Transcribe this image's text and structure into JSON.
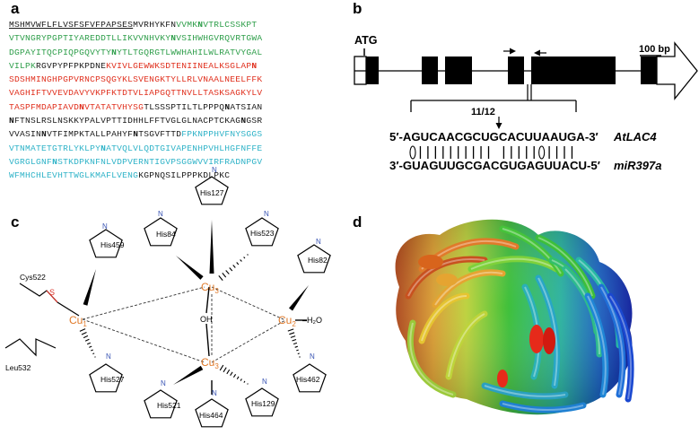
{
  "figure": {
    "panels": {
      "a": "a",
      "b": "b",
      "c": "c",
      "d": "d"
    },
    "colors": {
      "black": "#1a1a1a",
      "green": "#2e9e4a",
      "red": "#e0301e",
      "cyan": "#2fb3c8",
      "orange": "#e07a2a",
      "sulfur": "#d9342b",
      "nitrogen": "#3a55b4"
    }
  },
  "panel_a": {
    "lines": [
      [
        {
          "t": "MSHMVWFLFLVSFSFVFPAPSES",
          "c": "black",
          "u": true
        },
        {
          "t": "MVRHYKFN",
          "c": "black"
        },
        {
          "t": "VVMK",
          "c": "green"
        },
        {
          "t": "N",
          "c": "green",
          "b": true
        },
        {
          "t": "VTRLCSSKPT",
          "c": "green"
        }
      ],
      [
        {
          "t": "VTVNGRYPGPTIYAREDDTLLIKVVNHVKY",
          "c": "green"
        },
        {
          "t": "N",
          "c": "green",
          "b": true
        },
        {
          "t": "VSIHWHGVRQVRTGWA",
          "c": "green"
        }
      ],
      [
        {
          "t": "DGPAYITQCPIQPGQVYTY",
          "c": "green"
        },
        {
          "t": "N",
          "c": "green",
          "b": true
        },
        {
          "t": "YTLTGQRGTLWWHAHILWLRATVYGAL",
          "c": "green"
        }
      ],
      [
        {
          "t": "VILPK",
          "c": "green"
        },
        {
          "t": "RGVPYPFPKPDNE",
          "c": "black"
        },
        {
          "t": "KVIVLGEWWKSDTENIINEALKSGLAP",
          "c": "red"
        },
        {
          "t": "N",
          "c": "red",
          "b": true
        }
      ],
      [
        {
          "t": "SDSHMINGHPGPVRNCPSQGYKLSVENGKTYLLRLVNAALNEELFFK",
          "c": "red"
        }
      ],
      [
        {
          "t": "VAGHIFTVVEVDAVYVKPFKTDTVLIAPGQTTNVLLTASKSAGKYLV",
          "c": "red"
        }
      ],
      [
        {
          "t": "TASPFMDAPIAVD",
          "c": "red"
        },
        {
          "t": "N",
          "c": "red",
          "b": true
        },
        {
          "t": "VTATATVHYSG",
          "c": "red"
        },
        {
          "t": "TLSSSPTILTLPPPQ",
          "c": "black"
        },
        {
          "t": "N",
          "c": "black",
          "b": true
        },
        {
          "t": "ATSIAN",
          "c": "black"
        }
      ],
      [
        {
          "t": "N",
          "c": "black",
          "b": true
        },
        {
          "t": "FTNSLRSLNSKKYPALVPTTIDHHLFFTVGLGLNACPTCKAG",
          "c": "black"
        },
        {
          "t": "N",
          "c": "black",
          "b": true
        },
        {
          "t": "GSR",
          "c": "black"
        }
      ],
      [
        {
          "t": "VVASIN",
          "c": "black"
        },
        {
          "t": "N",
          "c": "black",
          "b": true
        },
        {
          "t": "VTFIMPKTALLPAHYF",
          "c": "black"
        },
        {
          "t": "N",
          "c": "black",
          "b": true
        },
        {
          "t": "TSGVFTTD",
          "c": "black"
        },
        {
          "t": "FPKNPPHVFNYSGGS",
          "c": "cyan"
        }
      ],
      [
        {
          "t": "VTNMATETGTRLYKLPY",
          "c": "cyan"
        },
        {
          "t": "N",
          "c": "cyan",
          "b": true
        },
        {
          "t": "ATVQLVLQDTGIVAPENHPVHLHGFNFFE",
          "c": "cyan"
        }
      ],
      [
        {
          "t": "VGRGLGNF",
          "c": "cyan"
        },
        {
          "t": "N",
          "c": "cyan",
          "b": true
        },
        {
          "t": "STKDPKNFNLVDPVERNTIGVPSGGWVVIRFRADNPGV",
          "c": "cyan"
        }
      ],
      [
        {
          "t": "WFMHCHLEVHTTWGLKMAFLVENG",
          "c": "cyan"
        },
        {
          "t": "KGPNQSILPPPKDLPKC",
          "c": "black"
        }
      ]
    ]
  },
  "panel_b": {
    "atg": "ATG",
    "scale": "100 bp",
    "site": "11/12",
    "target_seq": "5′-AGUCAACGCUGCACUUAAUGA-3′",
    "target_name": "AtLAC4",
    "mirna_seq": "3′-GUAGUUGCGACGUGAGUUACU-5′",
    "mirna_name": "miR397a",
    "pairing": "(|||||||||| |||||(||||"
  },
  "panel_c": {
    "residues": {
      "his459": "His459",
      "his527": "His527",
      "his84": "His84",
      "his127": "His127",
      "his523": "His523",
      "his82": "His82",
      "his462": "His462",
      "his521": "His521",
      "his464": "His464",
      "his129": "His129",
      "cys522": "Cys522",
      "leu532": "Leu532"
    },
    "atoms": {
      "s": "S",
      "n": "N",
      "oh": "OH",
      "h2o": "–H₂O"
    },
    "copper": {
      "cu1": "Cu",
      "cu1_sub": "1",
      "cu2": "Cu",
      "cu2_sub": "2",
      "cu3": "Cu",
      "cu3_sub": "3"
    }
  }
}
